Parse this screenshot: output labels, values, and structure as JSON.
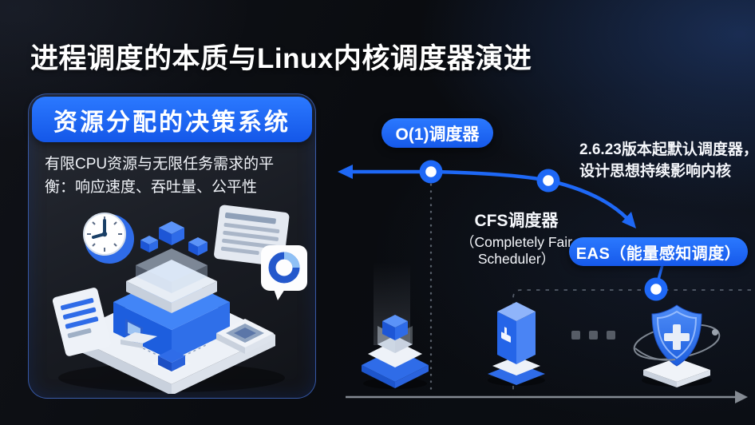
{
  "title": "进程调度的本质与Linux内核调度器演进",
  "card": {
    "header": "资源分配的决策系统",
    "description": "有限CPU资源与无限任务需求的平衡：响应速度、吞吐量、公平性"
  },
  "timeline": {
    "o1_label": "O(1)调度器",
    "cfs_note_line1": "2.6.23版本起默认调度器，",
    "cfs_note_line2": "设计思想持续影响内核",
    "cfs_title": "CFS调度器",
    "cfs_sub_line1": "（Completely Fair",
    "cfs_sub_line2": "Scheduler）",
    "eas_label": "EAS（能量感知调度）"
  },
  "colors": {
    "accent_blue": "#1e68f6",
    "pill_gradient_top": "#2b79ff",
    "pill_gradient_bottom": "#1659ea",
    "background_dark": "#0b0d11",
    "axis_gray": "#8a9097",
    "text_white": "#ffffff"
  }
}
